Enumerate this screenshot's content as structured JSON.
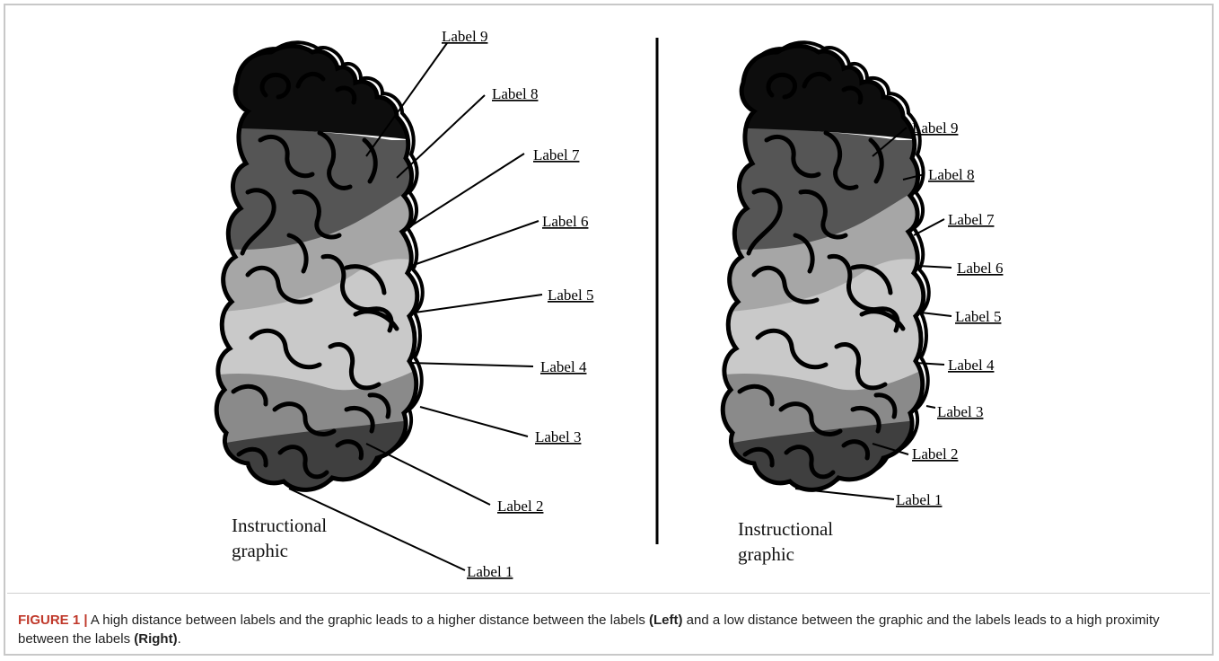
{
  "figure": {
    "left_panel": {
      "graphic_title_line1": "Instructional",
      "graphic_title_line2": "graphic",
      "labels": [
        "Label 1",
        "Label 2",
        "Label 3",
        "Label 4",
        "Label 5",
        "Label 6",
        "Label 7",
        "Label 8",
        "Label 9"
      ]
    },
    "right_panel": {
      "graphic_title_line1": "Instructional",
      "graphic_title_line2": "graphic",
      "labels": [
        "Label 1",
        "Label 2",
        "Label 3",
        "Label 4",
        "Label 5",
        "Label 6",
        "Label 7",
        "Label 8",
        "Label 9"
      ]
    },
    "region_colors": [
      "#3f3f3f",
      "#8a8a8a",
      "#c9c9c9",
      "#a6a6a6",
      "#555555",
      "#0d0d0d"
    ]
  },
  "caption": {
    "figure_number": "FIGURE 1 |",
    "part1": " A high distance between labels and the graphic leads to a higher distance between the labels ",
    "left_word": "(Left)",
    "part2": " and a low distance between the graphic and the labels leads to a high proximity between the labels ",
    "right_word": "(Right)",
    "end": "."
  }
}
